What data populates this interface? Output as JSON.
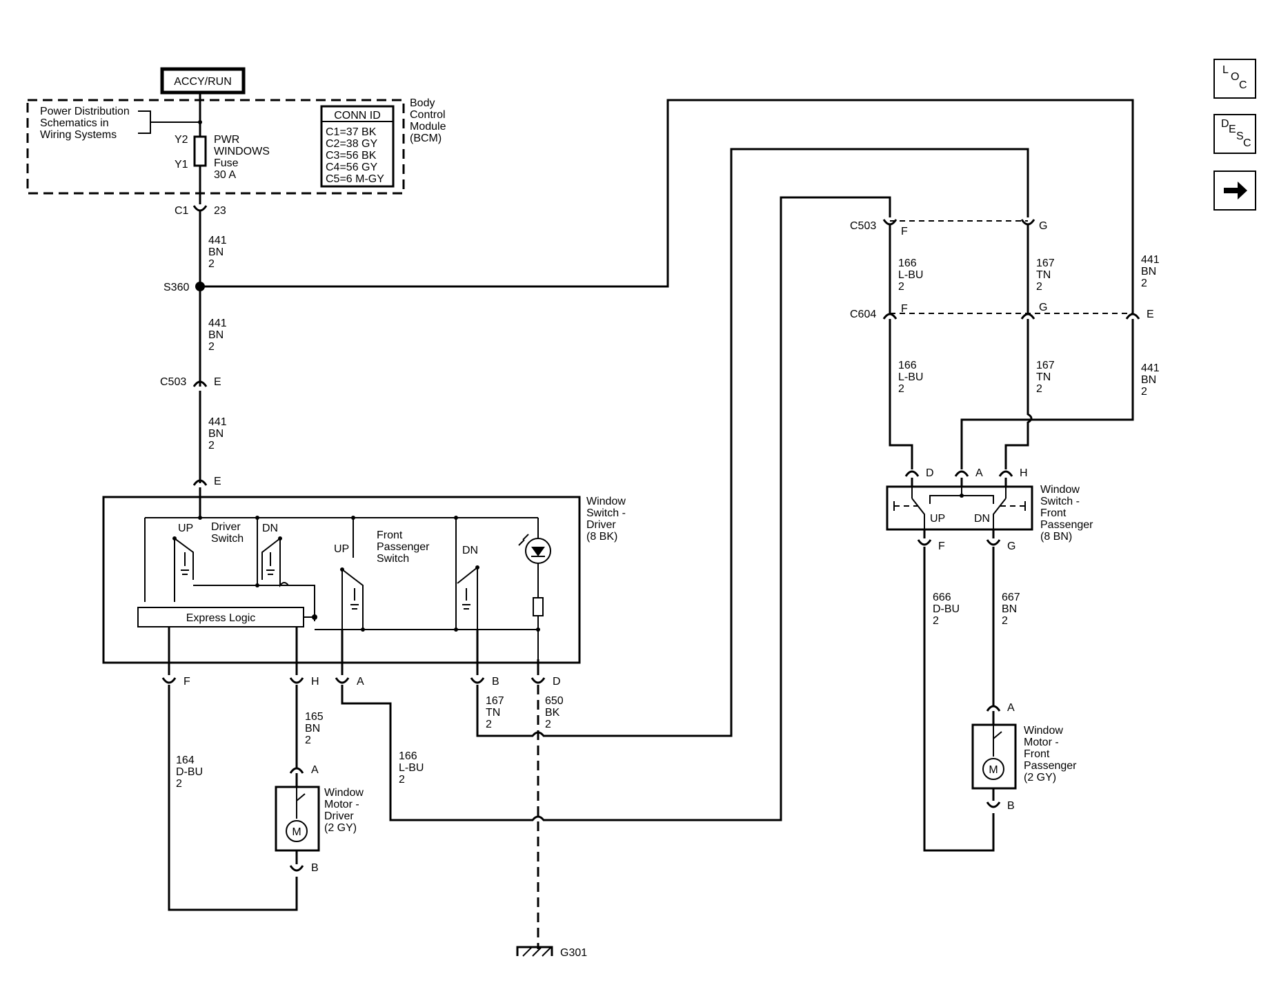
{
  "power": {
    "source": "ACCY/RUN"
  },
  "bcm": {
    "power_dist_note": [
      "Power Distribution",
      "Schematics in",
      "Wiring Systems"
    ],
    "fuse": {
      "pin_top": "Y2",
      "pin_bottom": "Y1",
      "label": [
        "PWR",
        "WINDOWS",
        "Fuse",
        "30 A"
      ]
    },
    "conn_id": {
      "title": "CONN ID",
      "rows": [
        "C1=37 BK",
        "C2=38 GY",
        "C3=56 BK",
        "C4=56 GY",
        "C5=6 M-GY"
      ]
    },
    "module_label": [
      "Body",
      "Control",
      "Module",
      "(BCM)"
    ],
    "output_connector": "C1",
    "output_pin": "23"
  },
  "splice": "S360",
  "connectors": {
    "c503": "C503",
    "c604": "C604",
    "pin_e": "E",
    "pin_f": "F",
    "pin_g": "G"
  },
  "wires": {
    "w441": [
      "441",
      "BN",
      "2"
    ],
    "w166": [
      "166",
      "L-BU",
      "2"
    ],
    "w167": [
      "167",
      "TN",
      "2"
    ],
    "w164": [
      "164",
      "D-BU",
      "2"
    ],
    "w165": [
      "165",
      "BN",
      "2"
    ],
    "w650": [
      "650",
      "BK",
      "2"
    ],
    "w666": [
      "666",
      "D-BU",
      "2"
    ],
    "w667": [
      "667",
      "BN",
      "2"
    ]
  },
  "driver_switch": {
    "label": [
      "Window",
      "Switch -",
      "Driver",
      "(8 BK)"
    ],
    "top_pin": "E",
    "driver_switch_label": [
      "Driver",
      "Switch"
    ],
    "fp_switch_label": [
      "Front",
      "Passenger",
      "Switch"
    ],
    "up": "UP",
    "dn": "DN",
    "express_logic": "Express Logic",
    "pins": [
      "F",
      "H",
      "A",
      "B",
      "D"
    ]
  },
  "passenger_switch": {
    "label": [
      "Window",
      "Switch -",
      "Front",
      "Passenger",
      "(8 BN)"
    ],
    "top_pins": [
      "D",
      "A",
      "H"
    ],
    "bottom_pins": [
      "F",
      "G"
    ],
    "up": "UP",
    "dn": "DN"
  },
  "driver_motor": {
    "label": [
      "Window",
      "Motor -",
      "Driver",
      "(2 GY)"
    ],
    "pin_a": "A",
    "pin_b": "B",
    "motor_symbol": "M"
  },
  "passenger_motor": {
    "label": [
      "Window",
      "Motor -",
      "Front",
      "Passenger",
      "(2 GY)"
    ],
    "pin_a": "A",
    "pin_b": "B",
    "motor_symbol": "M"
  },
  "ground": "G301",
  "nav": {
    "loc": [
      "L",
      "O",
      "C"
    ],
    "desc": [
      "D",
      "E",
      "S",
      "C"
    ],
    "next_icon": "arrow-right-icon"
  }
}
